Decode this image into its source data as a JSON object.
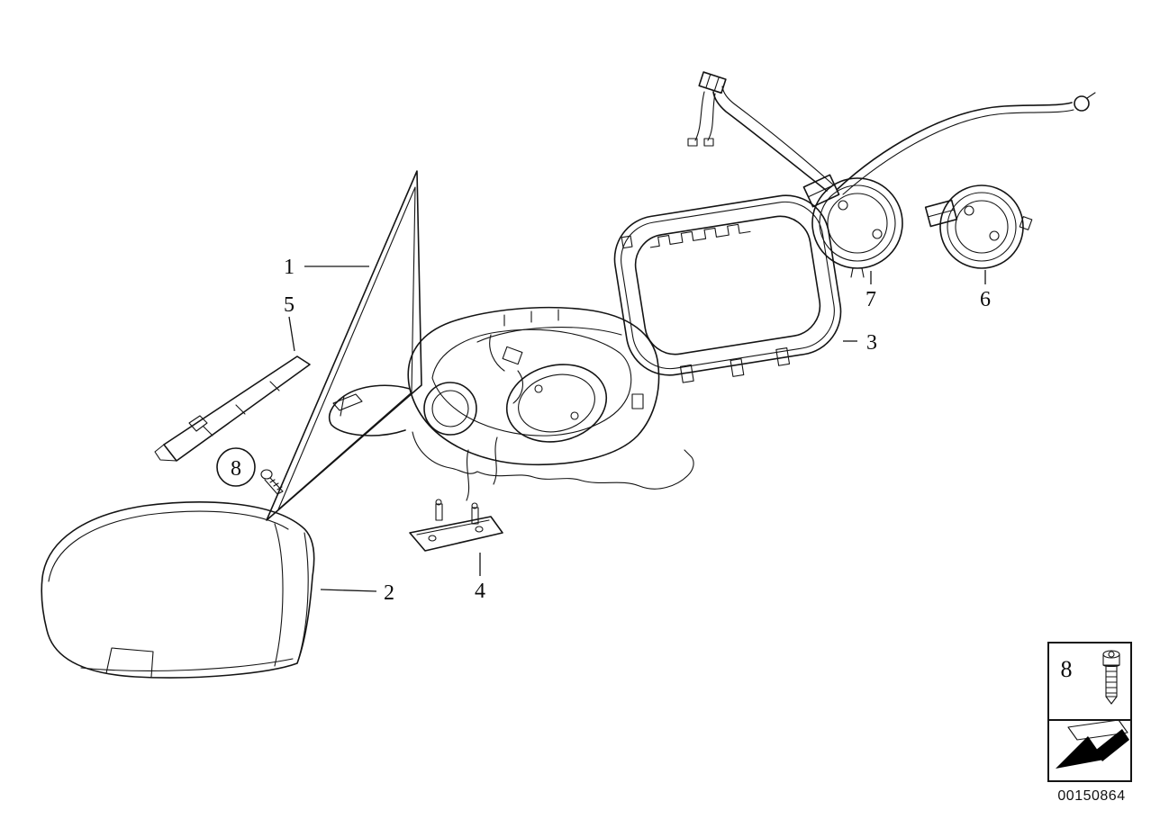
{
  "diagram": {
    "type": "exploded-parts-diagram",
    "subject": "outside-mirror-assembly",
    "callouts": [
      {
        "id": "1",
        "label": "1",
        "style": "plain"
      },
      {
        "id": "2",
        "label": "2",
        "style": "plain"
      },
      {
        "id": "3",
        "label": "3",
        "style": "plain"
      },
      {
        "id": "4",
        "label": "4",
        "style": "plain"
      },
      {
        "id": "5",
        "label": "5",
        "style": "plain"
      },
      {
        "id": "6",
        "label": "6",
        "style": "plain"
      },
      {
        "id": "7",
        "label": "7",
        "style": "plain"
      },
      {
        "id": "8",
        "label": "8",
        "style": "circled"
      }
    ],
    "legend": {
      "item_label": "8",
      "icons": [
        "socket-head-screw-icon",
        "direction-arrow-icon"
      ]
    },
    "part_number": "00150864",
    "colors": {
      "line": "#141414",
      "background": "#ffffff",
      "arrow_fill": "#000000"
    }
  }
}
